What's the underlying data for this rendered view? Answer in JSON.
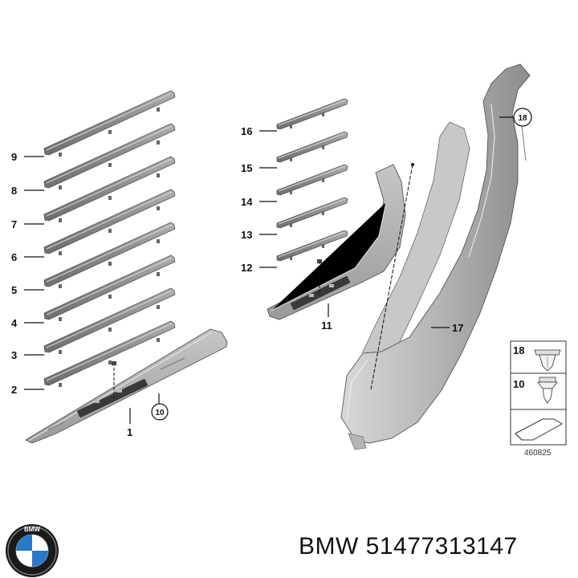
{
  "callouts": {
    "c1": "1",
    "c2": "2",
    "c3": "3",
    "c4": "4",
    "c5": "5",
    "c6": "6",
    "c7": "7",
    "c8": "8",
    "c9": "9",
    "c10": "10",
    "c11": "11",
    "c12": "12",
    "c13": "13",
    "c14": "14",
    "c15": "15",
    "c16": "16",
    "c17": "17",
    "c18": "18"
  },
  "legend": {
    "item_a": "18",
    "item_b": "10"
  },
  "diagram_number": "460825",
  "brand": {
    "logo_letters": "BMW",
    "caption": "BMW 51477313147"
  },
  "colors": {
    "part_fill": "#9a9a9a",
    "part_edge": "#5a5a5a",
    "logo_blue": "#2a78c8"
  }
}
